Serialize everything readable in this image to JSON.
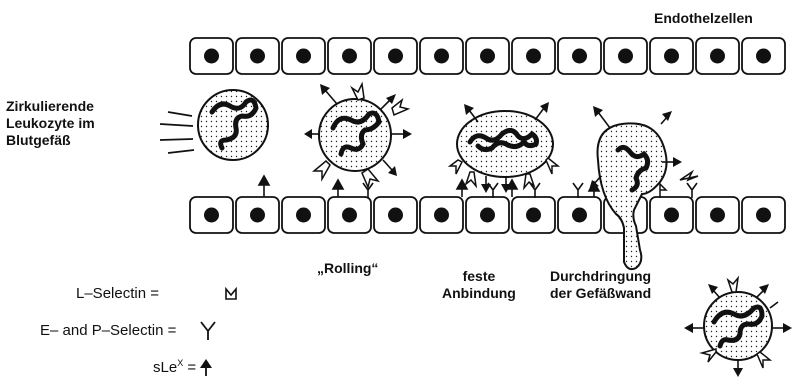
{
  "labels": {
    "endothelial": "Endothelzellen",
    "circulating_line1": "Zirkulierende",
    "circulating_line2": "Leukozyte im",
    "circulating_line3": "Blutgefäß",
    "rolling": "„Rolling“",
    "adhesion_line1": "feste",
    "adhesion_line2": "Anbindung",
    "migration_line1": "Durchdringung",
    "migration_line2": "der Gefäßwand"
  },
  "legend": {
    "l_selectin": "L–Selectin =",
    "ep_selectin": "E– and P–Selectin =",
    "sle_base": "sLe",
    "sle_sup": "X",
    "sle_eq": " ="
  },
  "colors": {
    "ink": "#111111",
    "cell_fill": "#ffffff"
  }
}
